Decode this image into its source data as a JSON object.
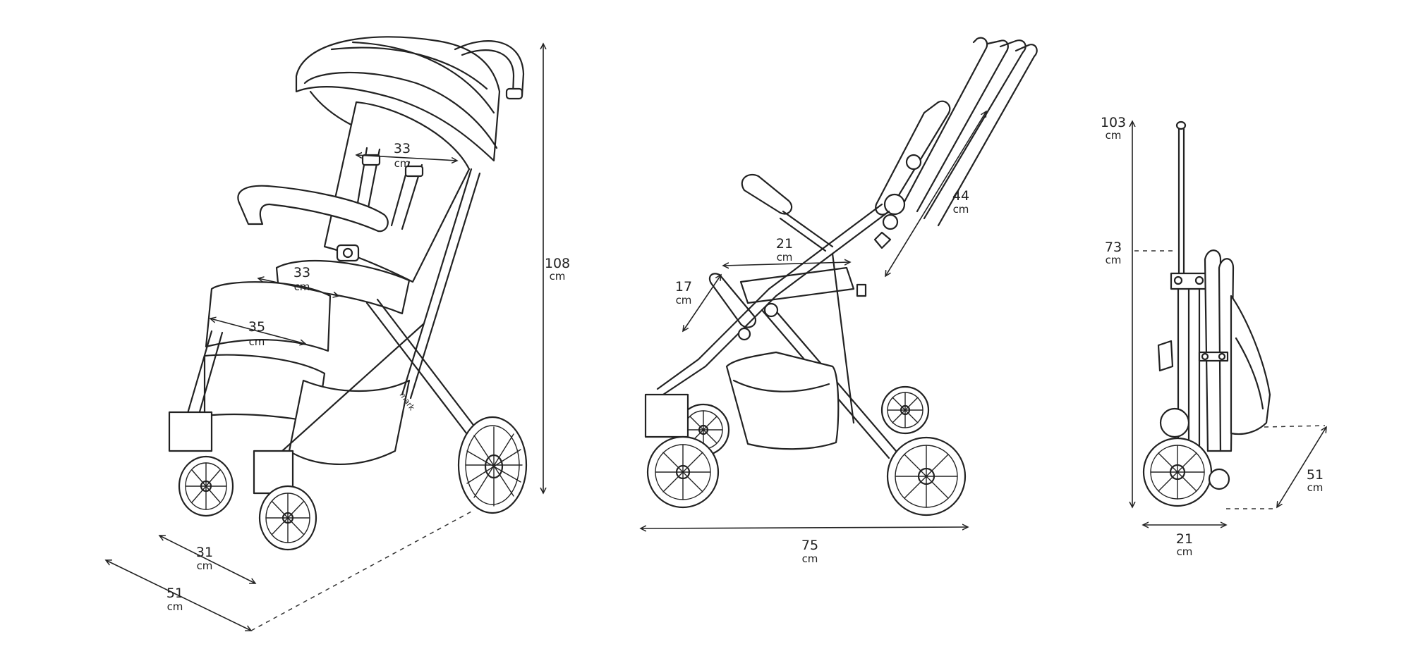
{
  "unit": "cm",
  "brand_mark": "mark",
  "views": {
    "perspective": {
      "height": "108",
      "seat_back_width": "33",
      "seat_width": "33",
      "footrest_width": "35",
      "wheel_track": "31",
      "length": "51"
    },
    "side": {
      "backrest_height": "44",
      "seat_depth": "21",
      "footrest_length": "17",
      "length": "75"
    },
    "folded": {
      "height_with_handle": "103",
      "folded_height": "73",
      "width": "21",
      "depth": "51"
    }
  }
}
